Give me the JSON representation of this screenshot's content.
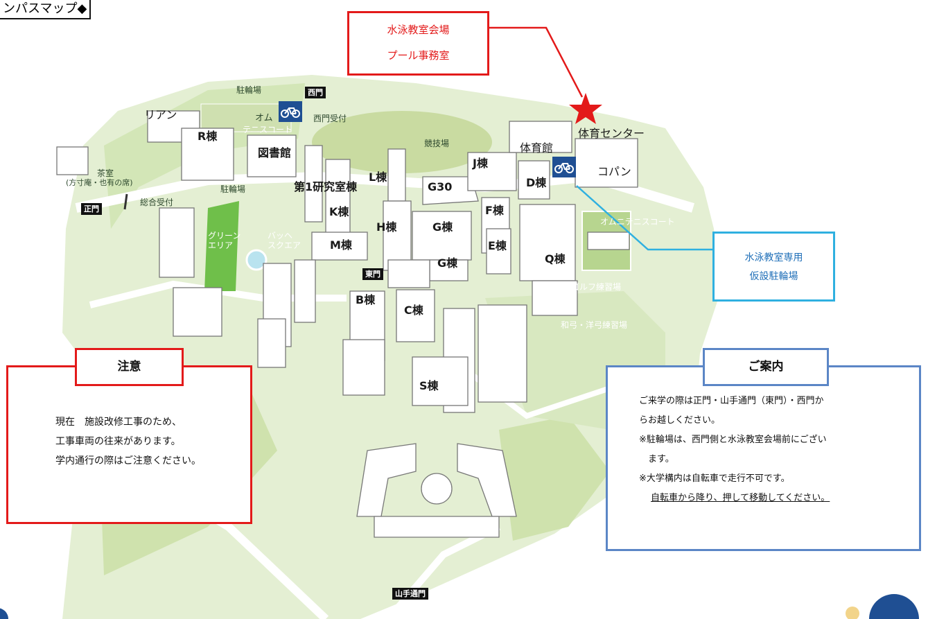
{
  "header": {
    "title": "ンパスマップ◆"
  },
  "callouts": {
    "pool": {
      "line1": "水泳教室会場",
      "line2": "プール事務室"
    },
    "parking": {
      "line1": "水泳教室専用",
      "line2": "仮設駐輪場"
    }
  },
  "caution": {
    "title": "注意",
    "lines": [
      "現在　施設改修工事のため、",
      "工事車両の往来があります。",
      "学内通行の際はご注意ください。"
    ]
  },
  "guide": {
    "title": "ご案内",
    "lines": [
      "ご来学の際は正門・山手通門（東門）・西門か",
      "らお越しください。",
      "※駐輪場は、西門側と水泳教室会場前にござい",
      "　ます。",
      "※大学構内は自転車で走行不可です。",
      "自転車から降り、押して移動してください。"
    ]
  },
  "map": {
    "gates": {
      "west": "西門",
      "main": "正門",
      "east": "東門",
      "yamate": "山手通門"
    },
    "buildings": {
      "R": "R棟",
      "library": "図書館",
      "lab1": "第1研究室棟",
      "K": "K棟",
      "M": "M棟",
      "L": "L棟",
      "G30": "G30",
      "H": "H棟",
      "G1": "G棟",
      "G2": "G棟",
      "J": "J棟",
      "F": "F棟",
      "E": "E棟",
      "D": "D棟",
      "Q": "Q棟",
      "B": "B棟",
      "C": "C棟",
      "S": "S棟",
      "gym": "体育館",
      "sports_center": "体育センター",
      "kopan": "コパン",
      "rian": "リアン"
    },
    "areas": {
      "bike_parking1": "駐輪場",
      "bike_parking2": "駐輪場",
      "omni": "オム",
      "tennis_court_w": "テニスコート",
      "west_reception": "西門受付",
      "stadium": "競技場",
      "tea_room": "茶室",
      "tea_room_sub": "(方寸庵・也有の席)",
      "main_reception": "総合受付",
      "green_area": "グリーン\nエリア",
      "bach_square": "バッヘ\nスクエア",
      "omni_tennis": "オムニテニスコート",
      "golf": "ゴルフ練習場",
      "archery": "和弓・洋弓練習場"
    }
  },
  "colors": {
    "lawn": "#d6e8bd",
    "campus": "#eef4e4",
    "road": "#ffffff",
    "field": "#c9dba1",
    "green_area": "#6fbf4a",
    "red": "#e31a1a",
    "cyan": "#2fb0e0",
    "blue": "#5b86c6",
    "bike": "#1f4f93"
  }
}
